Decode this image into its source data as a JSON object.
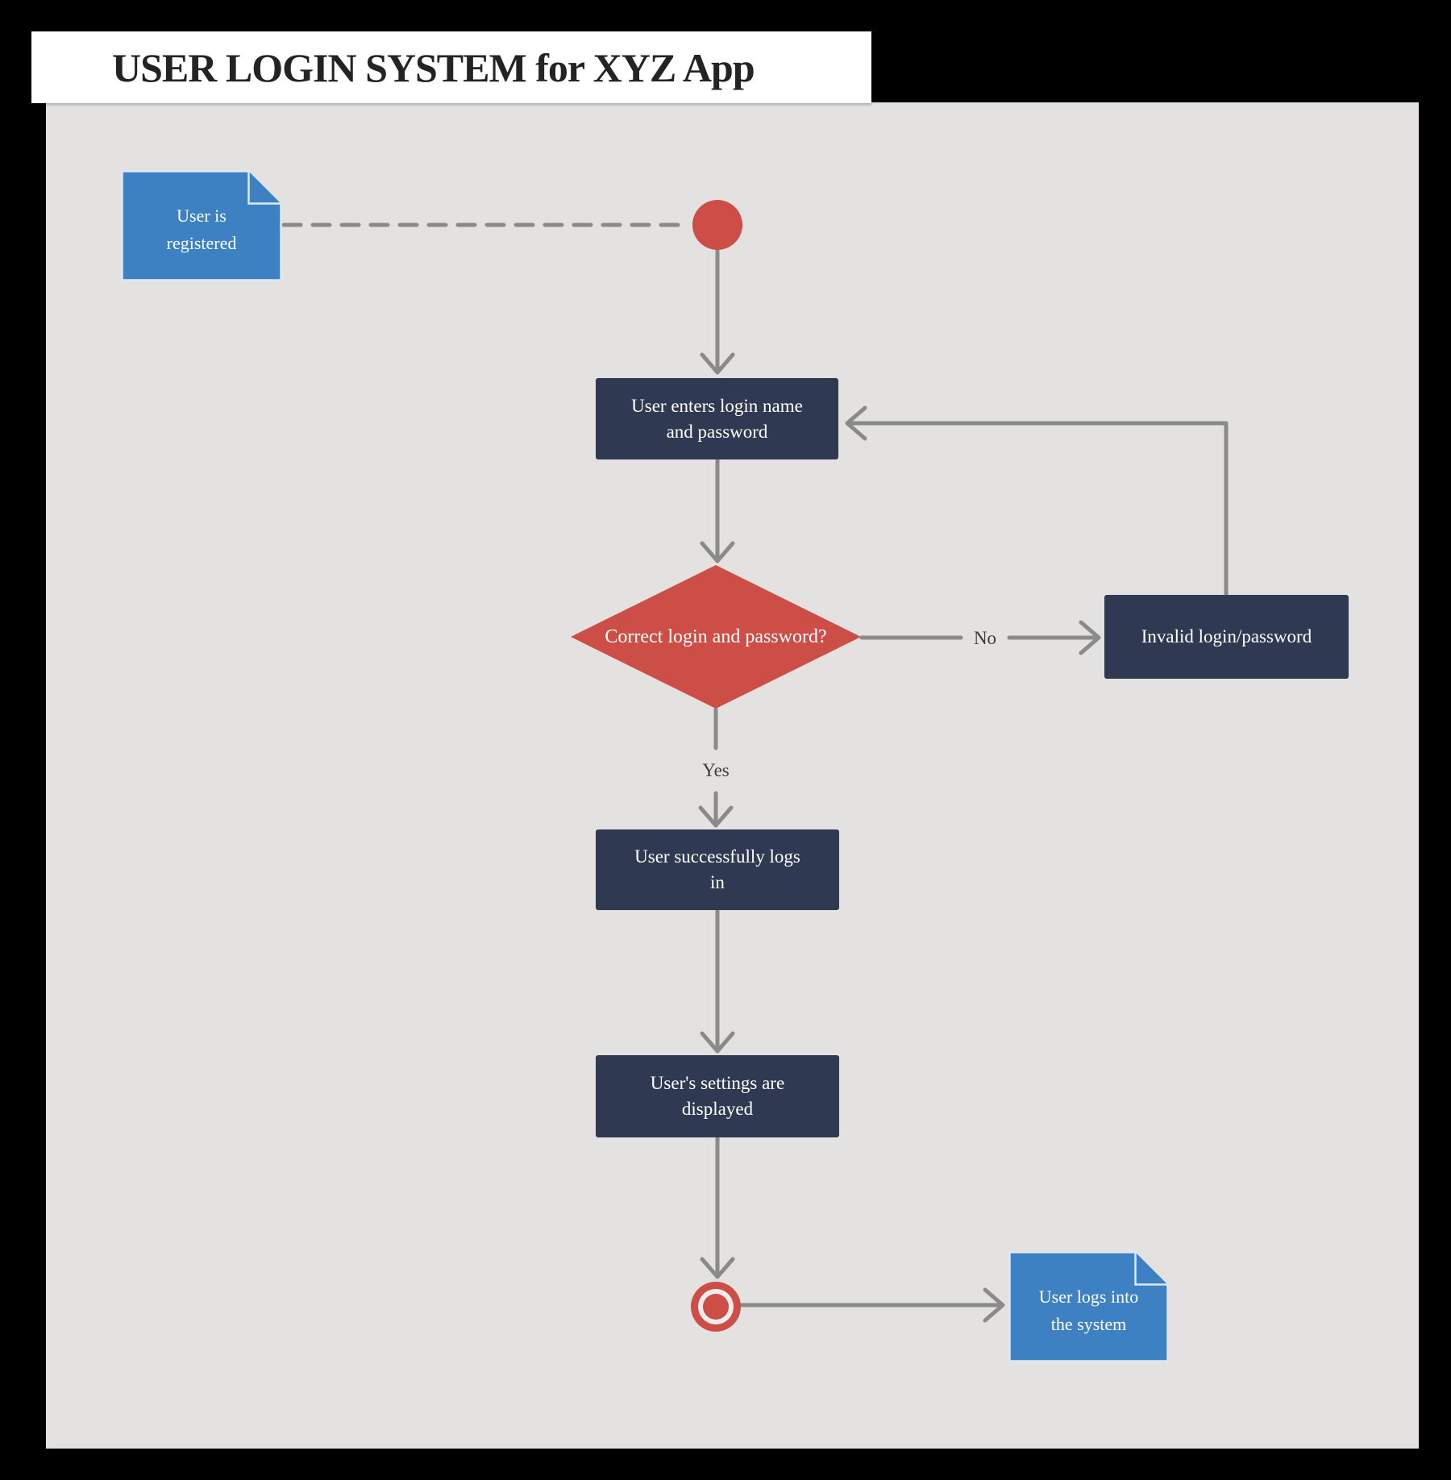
{
  "title": "USER LOGIN SYSTEM for XYZ App",
  "diagram": {
    "type": "activity-flowchart",
    "nodes": {
      "note_registered": {
        "kind": "note",
        "lines": [
          "User is",
          "registered"
        ]
      },
      "start": {
        "kind": "start-node"
      },
      "box_enter": {
        "kind": "process",
        "lines": [
          "User enters login name",
          "and password"
        ]
      },
      "decision": {
        "kind": "decision",
        "label": "Correct login and password?"
      },
      "box_invalid": {
        "kind": "process",
        "label": "Invalid login/password"
      },
      "box_success": {
        "kind": "process",
        "lines": [
          "User successfully logs",
          "in"
        ]
      },
      "box_settings": {
        "kind": "process",
        "lines": [
          "User's settings are",
          "displayed"
        ]
      },
      "end": {
        "kind": "end-node"
      },
      "note_login": {
        "kind": "note",
        "lines": [
          "User logs into",
          "the system"
        ]
      }
    },
    "edges": {
      "no_label": "No",
      "yes_label": "Yes"
    }
  },
  "colors": {
    "navy": "#2f3a52",
    "red": "#cc4e46",
    "blue": "#3d81c3",
    "canvas_gray": "#e3e2e0",
    "line_gray": "#8a8a8a",
    "outer_background": "#000000",
    "title_bar": "#ffffff"
  }
}
